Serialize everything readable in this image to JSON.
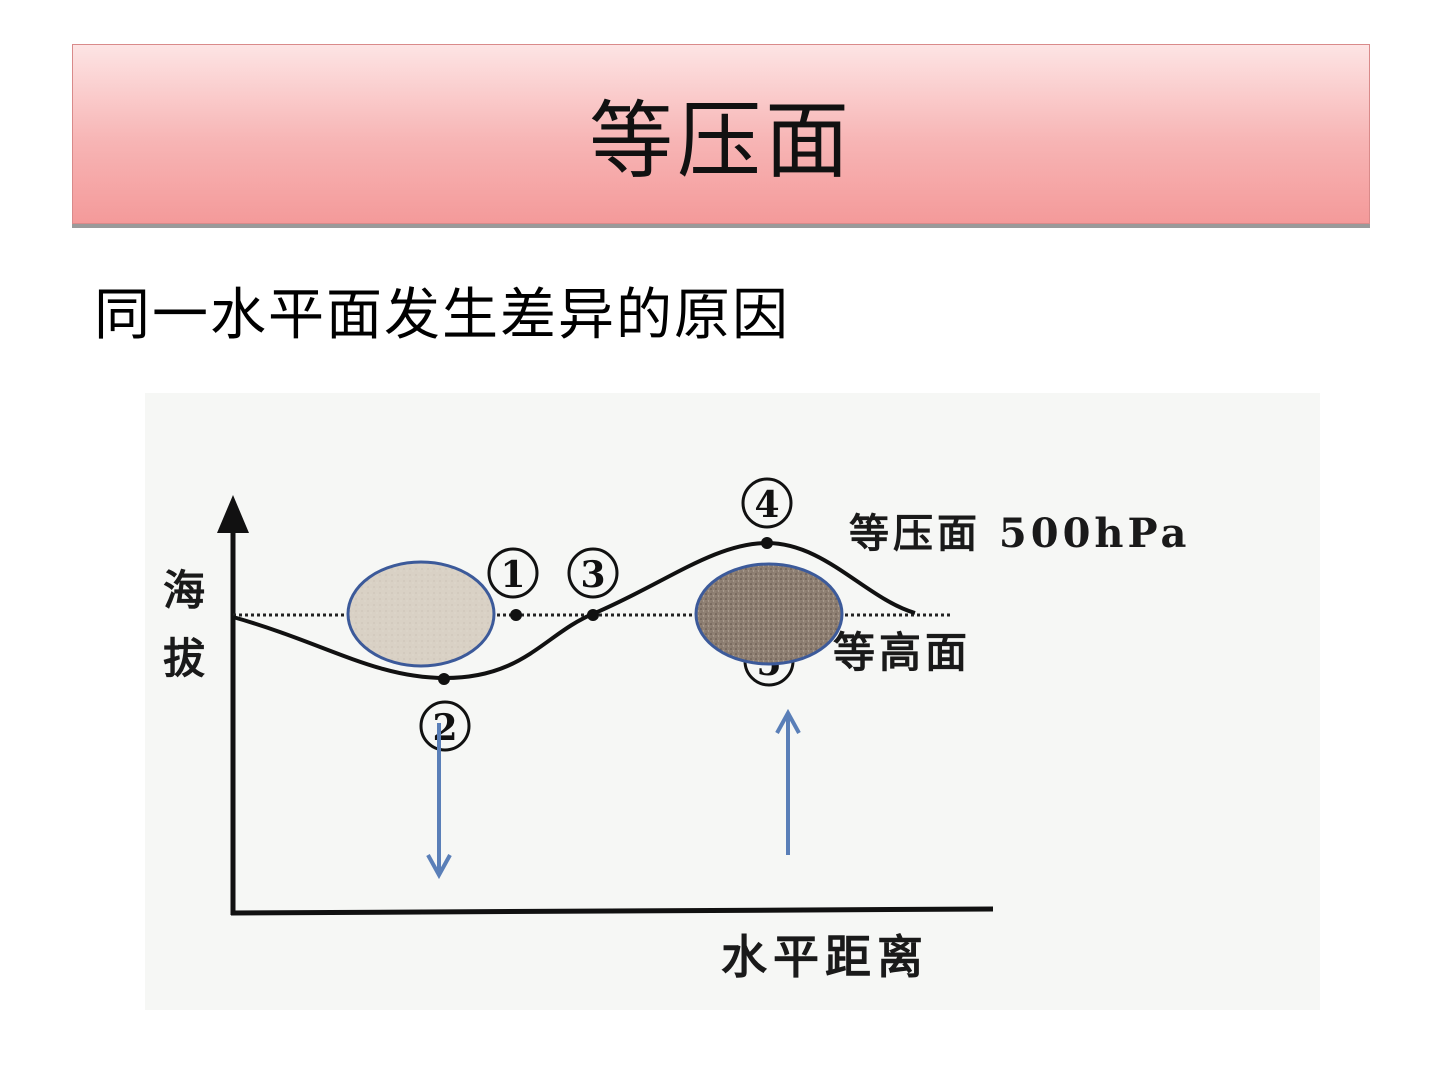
{
  "slide": {
    "title": "等压面",
    "subtitle": "同一水平面发生差异的原因"
  },
  "diagram": {
    "axis_y_label_1": "海",
    "axis_y_label_2": "拔",
    "axis_x_label": "水平距离",
    "isobaric_label": "等压面 500hPa",
    "contour_label": "等高面",
    "points": [
      {
        "id": "p1",
        "label": "1"
      },
      {
        "id": "p2",
        "label": "2"
      },
      {
        "id": "p3",
        "label": "3"
      },
      {
        "id": "p4",
        "label": "4"
      },
      {
        "id": "p5",
        "label": "5"
      }
    ],
    "colors": {
      "title_gradient_top": "#fde4e4",
      "title_gradient_bottom": "#f49a9a",
      "light_ellipse_fill": "#d8d0c4",
      "dark_ellipse_fill": "#8c7d70",
      "ellipse_border": "#3c5a9a",
      "arrow_color": "#5a7fb8"
    }
  }
}
